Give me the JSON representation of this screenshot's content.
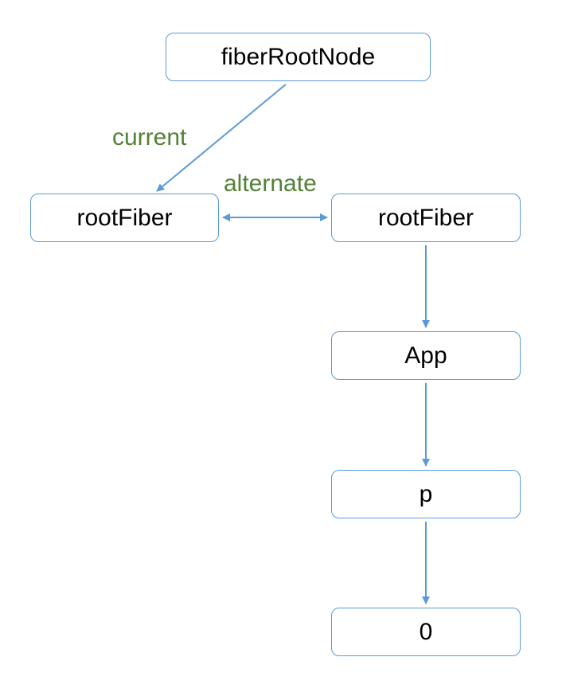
{
  "diagram": {
    "colors": {
      "node_border": "#5b9bd5",
      "edge": "#5b9bd5",
      "edge_label": "#538135",
      "node_text": "#000000",
      "background": "#ffffff"
    },
    "nodes": {
      "fiber_root_node": "fiberRootNode",
      "root_fiber_current": "rootFiber",
      "root_fiber_wip": "rootFiber",
      "app": "App",
      "p": "p",
      "text_zero": "0"
    },
    "edge_labels": {
      "current": "current",
      "alternate": "alternate"
    },
    "edges": [
      {
        "from": "fiber_root_node",
        "to": "root_fiber_current",
        "label": "current",
        "direction": "forward"
      },
      {
        "from": "root_fiber_current",
        "to": "root_fiber_wip",
        "label": "alternate",
        "direction": "both"
      },
      {
        "from": "root_fiber_wip",
        "to": "app",
        "direction": "forward"
      },
      {
        "from": "app",
        "to": "p",
        "direction": "forward"
      },
      {
        "from": "p",
        "to": "text_zero",
        "direction": "forward"
      }
    ]
  }
}
